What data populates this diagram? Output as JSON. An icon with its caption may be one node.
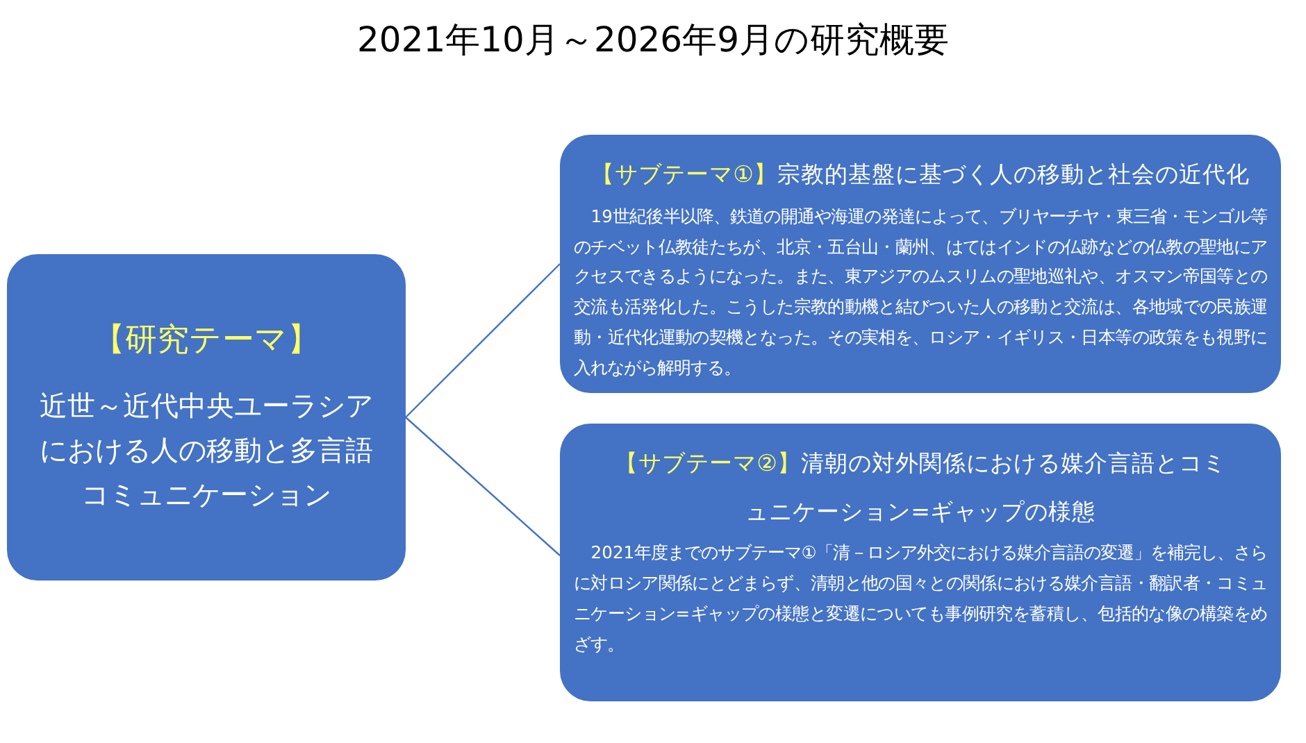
{
  "diagram": {
    "title": "2021年10月～2026年9月の研究概要",
    "nodes": [
      {
        "text": [
          "【研究テーマ】",
          "近世～近代中央ユーラシアにおける人の移動と多言語コミュニケーション"
        ]
      },
      {
        "text": [
          "【サブテーマ①】",
          "宗教的基盤に基づく人の移動と社会の近代化",
          "19世紀後半以降、鉄道の開通や海運の発達によって、ブリヤーチヤ・東三省・モンゴル等のチベット仏教徒たちが、北京・五台山・蘭州、はてはインドの仏跡などの仏教の聖地にアクセスできるようになった。また、東アジアのムスリムの聖地巡礼や、オスマン帝国等との交流も活発化した。こうした宗教的動機と結びついた人の移動と交流は、各地域での民族運動・近代化運動の契機となった。その実相を、ロシア・イギリス・日本等の政策をも視野に入れながら解明する。"
        ]
      },
      {
        "text": [
          "【サブテーマ②】",
          "清朝の対外関係における媒介言語とコミュニケーション=ギャップの様態",
          "2021年度までのサブテーマ①「清－ロシア外交における媒介言語の変遷」を補完し、さらに対ロシア関係にとどまらず、清朝と他の国々との関係における媒介言語・翻訳者・コミュニケーション=ギャップの様態と変遷についても事例研究を蓄積し、包括的な像の構築をめざす。"
        ]
      }
    ],
    "edges": [
      {
        "from": 0,
        "to": 1,
        "arrow": "none"
      },
      {
        "from": 0,
        "to": 2,
        "arrow": "none"
      }
    ]
  }
}
